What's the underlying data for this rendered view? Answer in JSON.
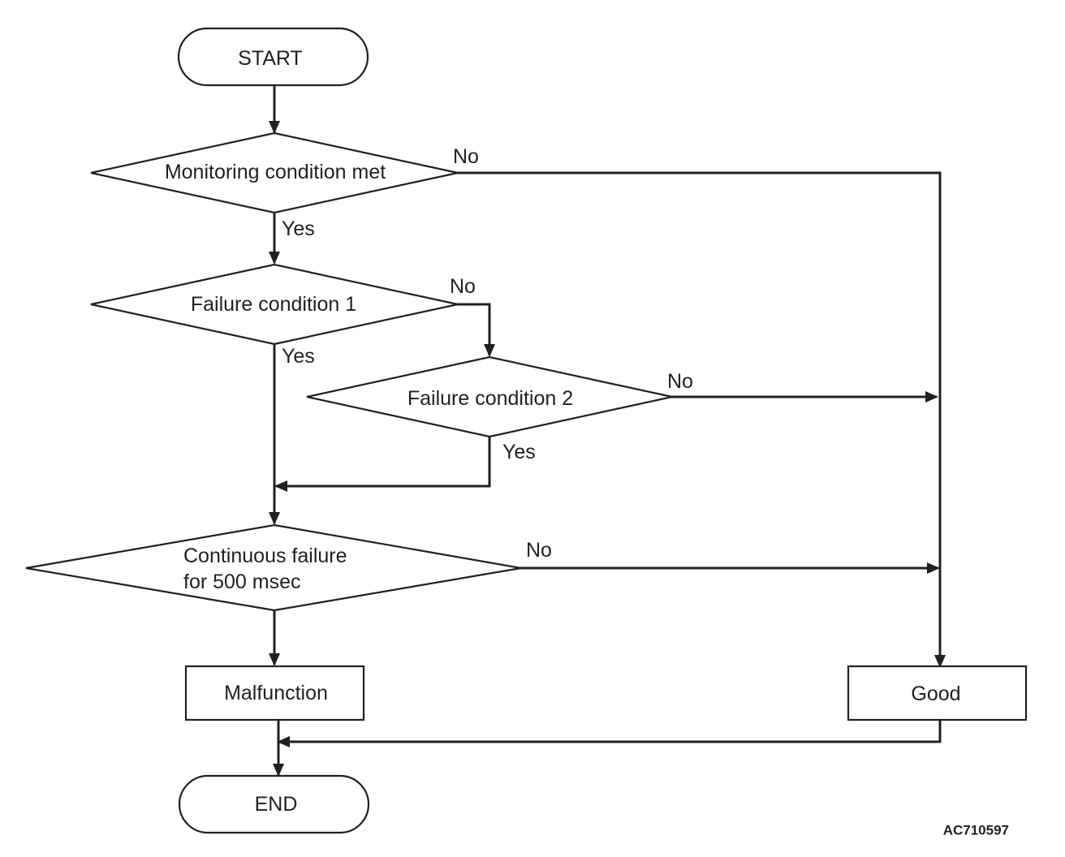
{
  "nodes": {
    "start": "START",
    "monitoring": "Monitoring condition met",
    "failure1": "Failure condition 1",
    "failure2": "Failure condition 2",
    "continuous_line1": "Continuous failure",
    "continuous_line2": "for 500 msec",
    "malfunction": "Malfunction",
    "good": "Good",
    "end": "END"
  },
  "edge_labels": {
    "monitoring_no": "No",
    "monitoring_yes": "Yes",
    "failure1_no": "No",
    "failure1_yes": "Yes",
    "failure2_no": "No",
    "failure2_yes": "Yes",
    "continuous_no": "No"
  },
  "figure_code": "AC710597",
  "colors": {
    "ink": "#231f20",
    "background": "#ffffff"
  }
}
